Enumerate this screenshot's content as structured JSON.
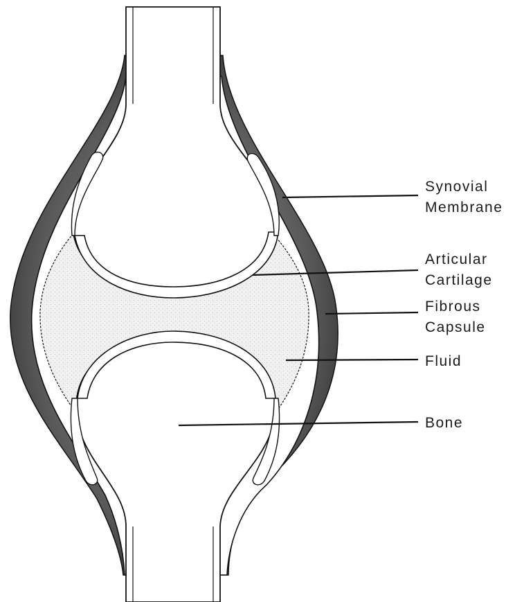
{
  "diagram": {
    "labels": {
      "synovial_membrane": [
        "Synovial",
        "Membrane"
      ],
      "articular_cartilage": [
        "Articular",
        "Cartilage"
      ],
      "fibrous_capsule": [
        "Fibrous",
        "Capsule"
      ],
      "fluid": [
        "Fluid"
      ],
      "bone": [
        "Bone"
      ]
    },
    "colors": {
      "outline": "#111111",
      "capsule_shading": "#3a3a3a",
      "fluid_fill": "#ebebeb",
      "bone_fill": "#ffffff",
      "background": "#ffffff"
    }
  }
}
